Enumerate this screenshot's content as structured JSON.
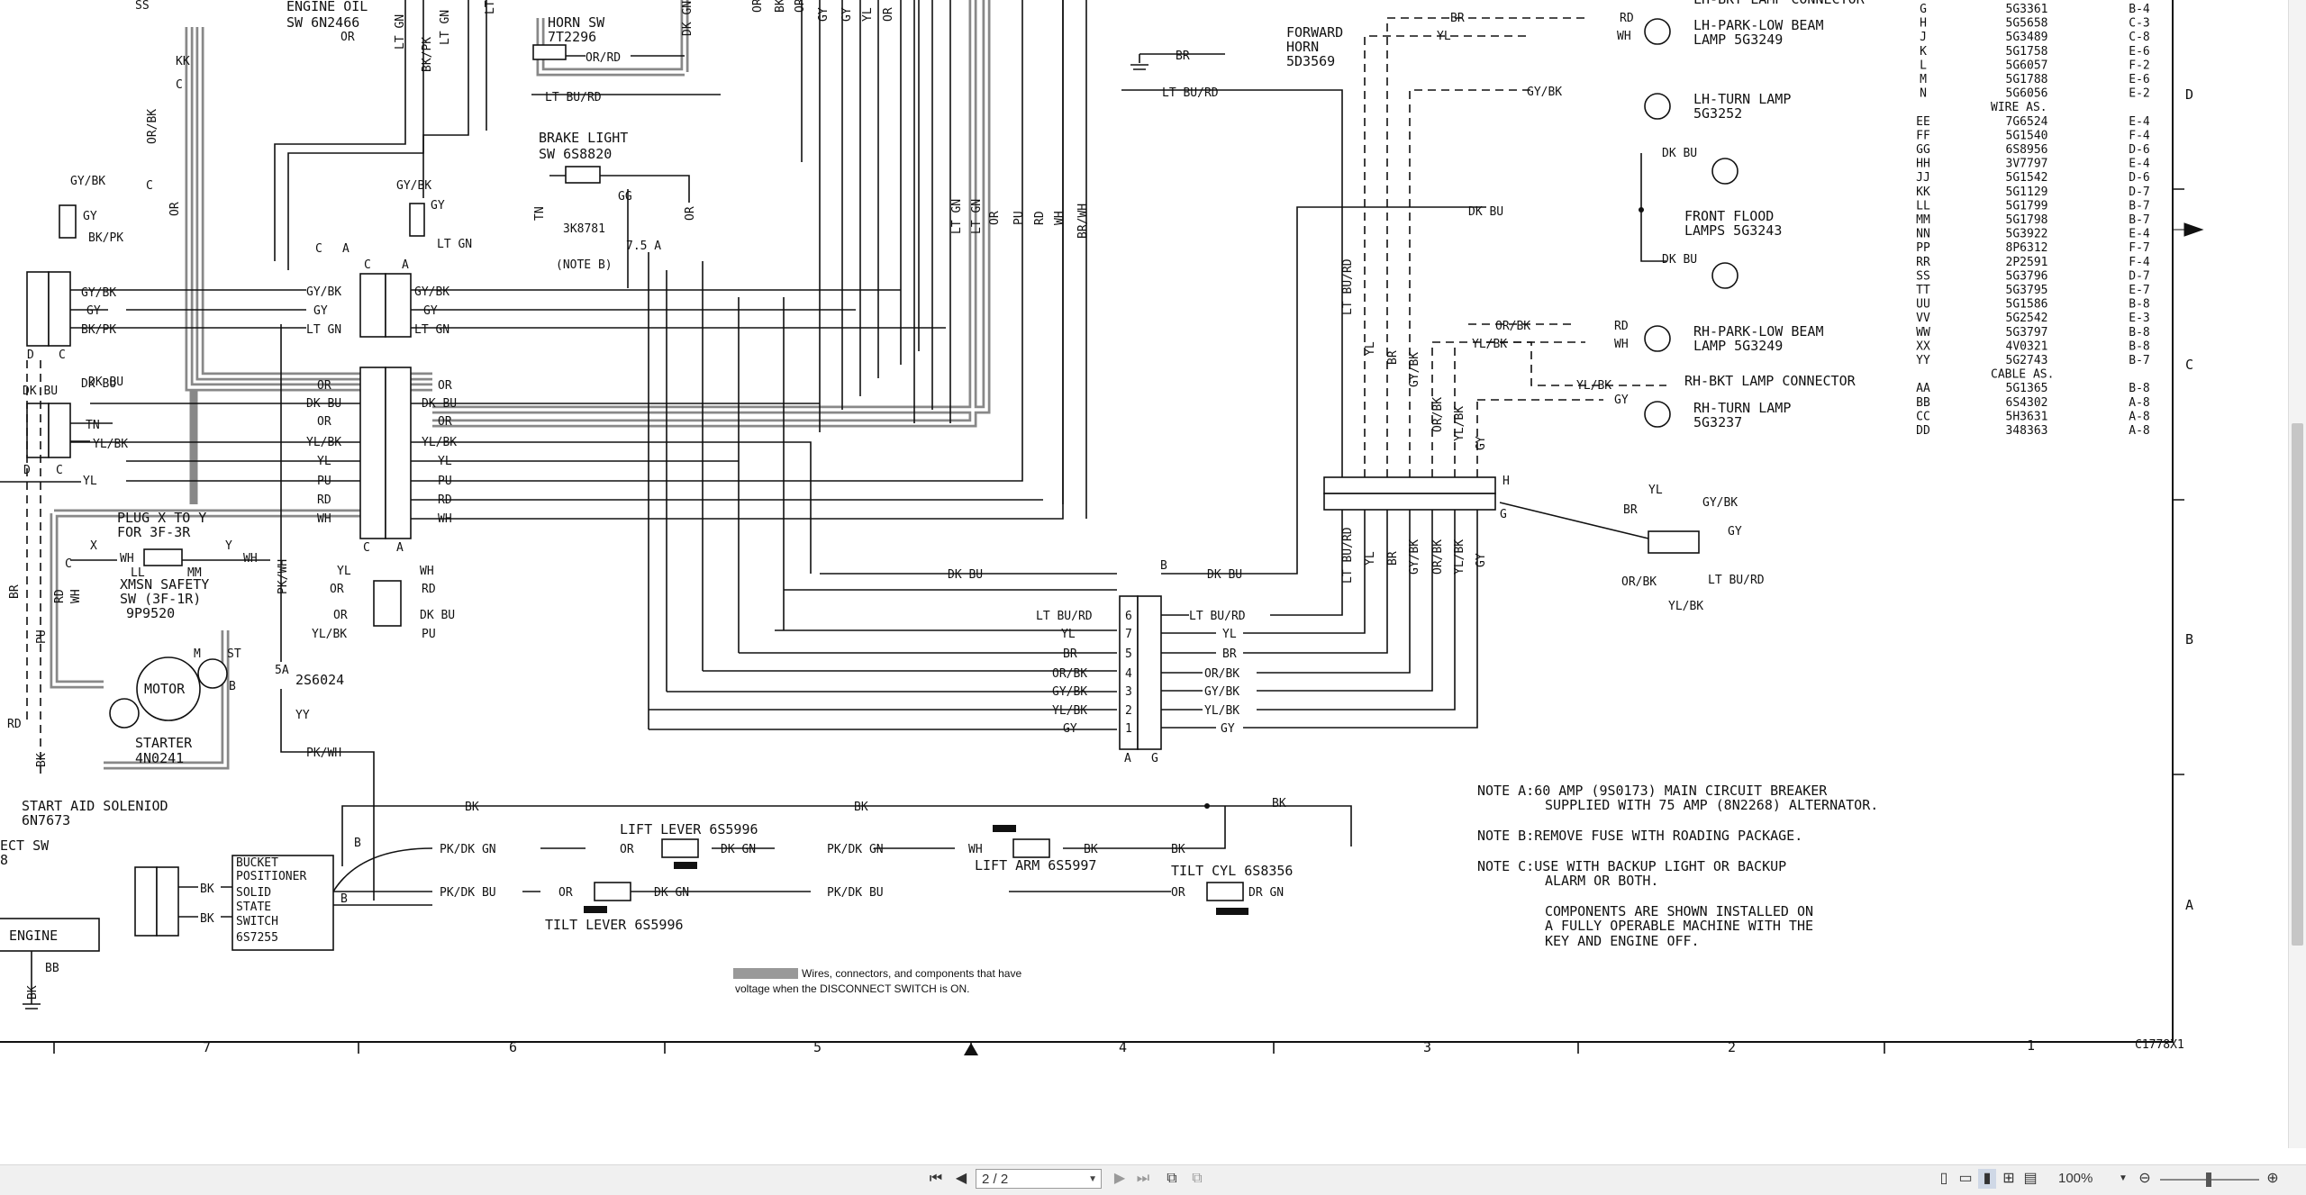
{
  "diagram": {
    "header_labels": {
      "engine_oil_sw": "ENGINE OIL",
      "engine_oil_sw_pn": "SW 6N2466",
      "ss": "SS",
      "kk": "KK",
      "horn_sw": "HORN SW",
      "horn_sw_pn": "7T2296"
    },
    "components": {
      "brake_light": "BRAKE LIGHT",
      "brake_light_pn": "SW 6S8820",
      "fuse_3k": "3K8781",
      "fuse_amp": "7.5 A",
      "note_b_ref": "(NOTE B)",
      "gg": "GG",
      "plug_x": "PLUG X TO Y",
      "plug_x2": "FOR 3F-3R",
      "xmsn": "XMSN SAFETY",
      "xmsn2": "SW (3F-1R)",
      "xmsn_pn": "9P9520",
      "motor": "MOTOR",
      "starter": "STARTER",
      "starter_pn": "4N0241",
      "fuse_2s": "2S6024",
      "fuse_5a": "5A",
      "yy": "YY",
      "start_aid": "START AID SOLENIOD",
      "start_aid_pn": "6N7673",
      "ect_sw": "ECT SW",
      "eight": "8",
      "engine": "ENGINE",
      "bb": "BB",
      "bucket": "BUCKET",
      "bucket2": "POSITIONER",
      "bucket3": "SOLID",
      "bucket4": "STATE",
      "bucket5": "SWITCH",
      "bucket_pn": "6S7255",
      "lift_lever": "LIFT LEVER 6S5996",
      "lift_arm": "LIFT ARM 6S5997",
      "tilt_lever": "TILT LEVER 6S5996",
      "tilt_cyl": "TILT CYL 6S8356",
      "fwd_horn": "FORWARD",
      "fwd_horn2": "HORN",
      "fwd_horn_pn": "5D3569",
      "lh_bkt": "LH-BKT LAMP CONNECTOR",
      "lh_park": "LH-PARK-LOW BEAM",
      "lh_park_pn": "LAMP 5G3249",
      "lh_turn": "LH-TURN LAMP",
      "lh_turn_pn": "5G3252",
      "front_flood": "FRONT FLOOD",
      "front_flood_pn": "LAMPS 5G3243",
      "rh_park": "RH-PARK-LOW BEAM",
      "rh_park_pn": "LAMP 5G3249",
      "rh_bkt": "RH-BKT LAMP CONNECTOR",
      "rh_turn": "RH-TURN LAMP",
      "rh_turn_pn": "5G3237"
    },
    "wire_labels": {
      "OR": "OR",
      "LTGN": "LT GN",
      "BKPK": "BK/PK",
      "GYBK": "GY/BK",
      "GY": "GY",
      "TN": "TN",
      "DKBU": "DK BU",
      "YLBK": "YL/BK",
      "YL": "YL",
      "PU": "PU",
      "RD": "RD",
      "WH": "WH",
      "BR": "BR",
      "LTBURD": "LT BU/RD",
      "PKWH": "PK/WH",
      "BK": "BK",
      "PKDKGN": "PK/DK GN",
      "DKGN": "DK GN",
      "PKDKBU": "PK/DK BU",
      "DRGN": "DR GN",
      "ORBK": "OR/BK",
      "BRWH": "BR/WH",
      "LTB": "LT B",
      "DKGN2": "DK GN"
    },
    "connector_letters": {
      "A": "A",
      "B": "B",
      "C": "C",
      "D": "D",
      "G": "G",
      "H": "H",
      "X": "X",
      "Y": "Y",
      "M": "M",
      "LL": "LL",
      "MM": "MM",
      "ST": "ST"
    },
    "pin_numbers": [
      "6",
      "7",
      "5",
      "4",
      "3",
      "2",
      "1"
    ],
    "parts_table": [
      {
        "id": "G",
        "part": "5G3361",
        "loc": "B-4"
      },
      {
        "id": "H",
        "part": "5G5658",
        "loc": "C-3"
      },
      {
        "id": "J",
        "part": "5G3489",
        "loc": "C-8"
      },
      {
        "id": "K",
        "part": "5G1758",
        "loc": "E-6"
      },
      {
        "id": "L",
        "part": "5G6057",
        "loc": "F-2"
      },
      {
        "id": "M",
        "part": "5G1788",
        "loc": "E-6"
      },
      {
        "id": "N",
        "part": "5G6056",
        "loc": "E-2"
      },
      {
        "id": "WIRE AS.",
        "part": "",
        "loc": ""
      },
      {
        "id": "EE",
        "part": "7G6524",
        "loc": "E-4"
      },
      {
        "id": "FF",
        "part": "5G1540",
        "loc": "F-4"
      },
      {
        "id": "GG",
        "part": "6S8956",
        "loc": "D-6"
      },
      {
        "id": "HH",
        "part": "3V7797",
        "loc": "E-4"
      },
      {
        "id": "JJ",
        "part": "5G1542",
        "loc": "D-6"
      },
      {
        "id": "KK",
        "part": "5G1129",
        "loc": "D-7"
      },
      {
        "id": "LL",
        "part": "5G1799",
        "loc": "B-7"
      },
      {
        "id": "MM",
        "part": "5G1798",
        "loc": "B-7"
      },
      {
        "id": "NN",
        "part": "5G3922",
        "loc": "E-4"
      },
      {
        "id": "PP",
        "part": "8P6312",
        "loc": "F-7"
      },
      {
        "id": "RR",
        "part": "2P2591",
        "loc": "F-4"
      },
      {
        "id": "SS",
        "part": "5G3796",
        "loc": "D-7"
      },
      {
        "id": "TT",
        "part": "5G3795",
        "loc": "E-7"
      },
      {
        "id": "UU",
        "part": "5G1586",
        "loc": "B-8"
      },
      {
        "id": "VV",
        "part": "5G2542",
        "loc": "E-3"
      },
      {
        "id": "WW",
        "part": "5G3797",
        "loc": "B-8"
      },
      {
        "id": "XX",
        "part": "4V0321",
        "loc": "B-8"
      },
      {
        "id": "YY",
        "part": "5G2743",
        "loc": "B-7"
      },
      {
        "id": "CABLE AS.",
        "part": "",
        "loc": ""
      },
      {
        "id": "AA",
        "part": "5G1365",
        "loc": "B-8"
      },
      {
        "id": "BB",
        "part": "6S4302",
        "loc": "A-8"
      },
      {
        "id": "CC",
        "part": "5H3631",
        "loc": "A-8"
      },
      {
        "id": "DD",
        "part": "348363",
        "loc": "A-8"
      }
    ],
    "notes": {
      "a1": "NOTE A:60 AMP (9S0173) MAIN CIRCUIT BREAKER",
      "a2": "SUPPLIED WITH 75 AMP (8N2268) ALTERNATOR.",
      "b": "NOTE B:REMOVE FUSE WITH ROADING PACKAGE.",
      "c1": "NOTE C:USE WITH BACKUP LIGHT OR BACKUP",
      "c2": "ALARM OR BOTH.",
      "d1": "COMPONENTS ARE SHOWN INSTALLED ON",
      "d2": "A FULLY OPERABLE MACHINE WITH THE",
      "d3": "KEY AND ENGINE OFF."
    },
    "legend": {
      "line1": "Wires, connectors, and components that have",
      "line2": "voltage when the DISCONNECT SWITCH is ON."
    },
    "col_numbers": [
      "7",
      "6",
      "5",
      "4",
      "3",
      "2",
      "1"
    ],
    "row_letters": [
      "D",
      "C",
      "B",
      "A"
    ],
    "drawing_id": "C1778X1"
  },
  "toolbar": {
    "first_page": "⏮",
    "prev_page": "◀",
    "page_value": "2 / 2",
    "next_page": "▶",
    "last_page": "⏭",
    "zoom_value": "100%",
    "zoom_out": "⊖",
    "zoom_in": "⊕"
  }
}
